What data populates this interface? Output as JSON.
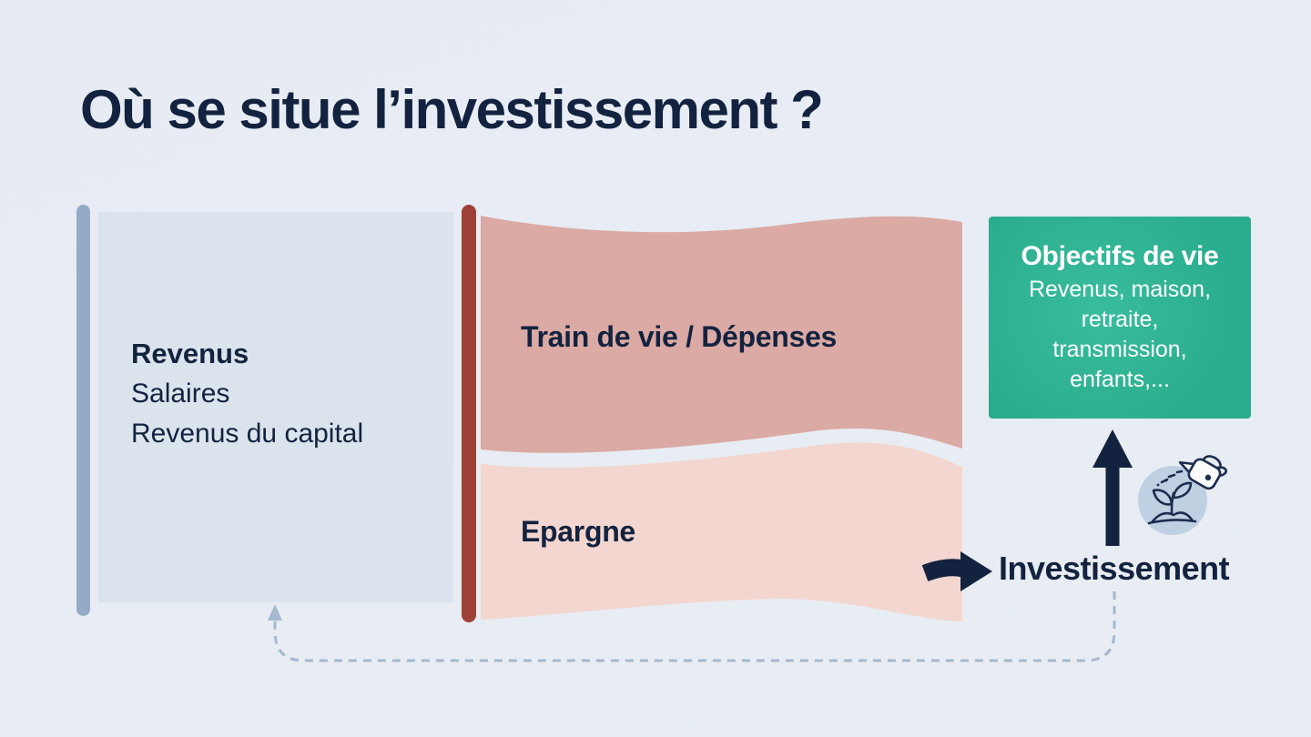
{
  "title": "Où se situe l’investissement ?",
  "income_box": {
    "heading": "Revenus",
    "items": [
      "Salaires",
      "Revenus du capital"
    ]
  },
  "flows": {
    "expenses_label": "Train de vie / Dépenses",
    "savings_label": "Epargne"
  },
  "goals_box": {
    "heading": "Objectifs de vie",
    "lines": [
      "Revenus, maison,",
      "retraite,",
      "transmission,",
      "enfants,..."
    ]
  },
  "investment_label": "Investissement",
  "icons": {
    "watering_can_plant": "watering-can-plant-icon",
    "up_arrow": "up-arrow-icon",
    "right_arrow": "right-arrow-icon",
    "feedback_loop": "dashed-feedback-arrow-icon"
  },
  "colors": {
    "navy": "#13233f",
    "bg_top": "#e7ecf4",
    "bg_bottom": "#e9edf3",
    "income_box": "#dbe3ed",
    "blue_bar": "#94abc5",
    "red_bar": "#9e4237",
    "expenses_flow": "#dbaaa4",
    "savings_flow": "#f3d6cf",
    "goals_green_center": "#38bc9d",
    "goals_green_edge": "#2aad8c",
    "white_text": "#ffffff",
    "icon_circle": "#bfd0e2",
    "icon_stroke": "#1d2d4f",
    "dashed_line": "#a4b9cf"
  }
}
